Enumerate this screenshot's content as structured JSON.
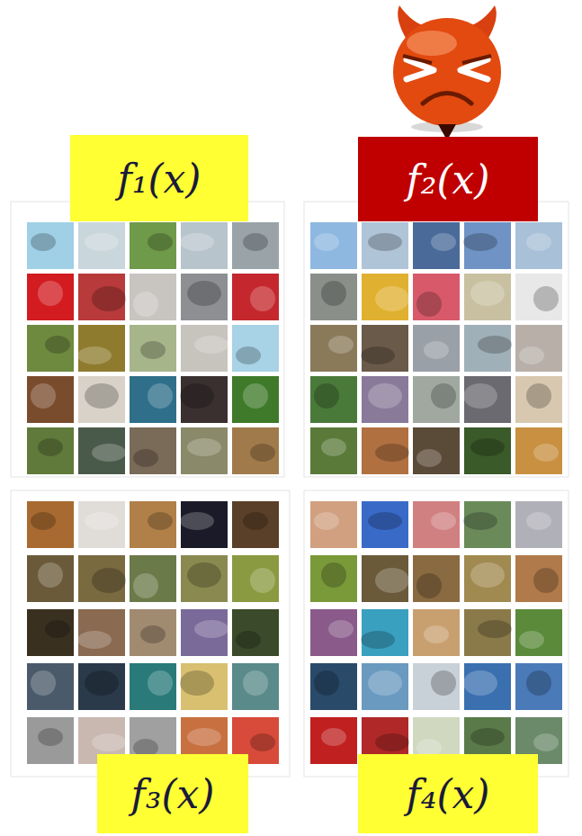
{
  "diagram": {
    "nodes": [
      {
        "text": [
          "f₁(x)"
        ]
      },
      {
        "text": [
          "f₂(x)"
        ]
      },
      {
        "text": [
          "f₃(x)"
        ]
      },
      {
        "text": [
          "f₄(x)"
        ]
      }
    ]
  }
}
